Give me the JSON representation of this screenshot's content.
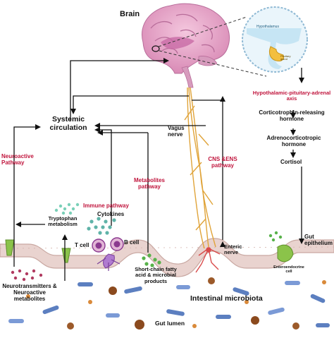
{
  "labels": {
    "brain": "Brain",
    "hypothalamus": "Hypothalamus",
    "pituitary": "Pituitary gland",
    "hpa_line1": "Hypothalamic-pituitary-adrenal",
    "hpa_line2": "axis",
    "crh_line1": "Corticotrophin-releasing",
    "crh_line2": "hormone",
    "acth_line1": "Adrenocorticotropic",
    "acth_line2": "hormone",
    "cortisol": "Cortisol",
    "systemic_line1": "Systemic",
    "systemic_line2": "circulation",
    "vagus_line1": "Vagus",
    "vagus_line2": "nerve",
    "cns_ens_line1": "CNS &ENS",
    "cns_ens_line2": "pathway",
    "neuroactive_line1": "Neuroactive",
    "neuroactive_line2": "Pathway",
    "metabolites_line1": "Metabolites",
    "metabolites_line2": "pathway",
    "immune": "Immune pathway",
    "cytokines": "Cytokines",
    "tryptophan_line1": "Tryptophan",
    "tryptophan_line2": "metabolism",
    "tcell": "T cell",
    "bcell": "B cell",
    "scfa_line1": "Short-chain  fatty",
    "scfa_line2": "acid & microbial",
    "scfa_line3": "products",
    "enteric_line1": "Enteric",
    "enteric_line2": "nerve",
    "gut_epi_line1": "Gut",
    "gut_epi_line2": "epithelium",
    "enteroendocrine_line1": "Enteroendocrine",
    "enteroendocrine_line2": "cell",
    "neuro_metab_line1": "Neurotransmitters &",
    "neuro_metab_line2": "Neuroactive",
    "neuro_metab_line3": "metabolites",
    "microbiota": "Intestinal microbiota",
    "gut_lumen": "Gut lumen"
  },
  "colors": {
    "arrow": "#111111",
    "pathway_red": "#c0143c",
    "brain_pink": "#e7a2c6",
    "brain_inner": "#c86aa5",
    "nerve": "#e0a43a",
    "gut_wall": "#e9d3cf",
    "gut_border": "#c9a8a2",
    "inset_fill": "#eaf5fb",
    "inset_border": "#8fb9d4",
    "cell_green": "#8bc34a",
    "cytokine_teal": "#5fb3a8",
    "bcell_purple": "#8b3a8f",
    "bacteria_blue": "#5c7fc0",
    "bacteria_brown": "#8b4a1e",
    "tryptophan_mint": "#7ad0b8"
  }
}
